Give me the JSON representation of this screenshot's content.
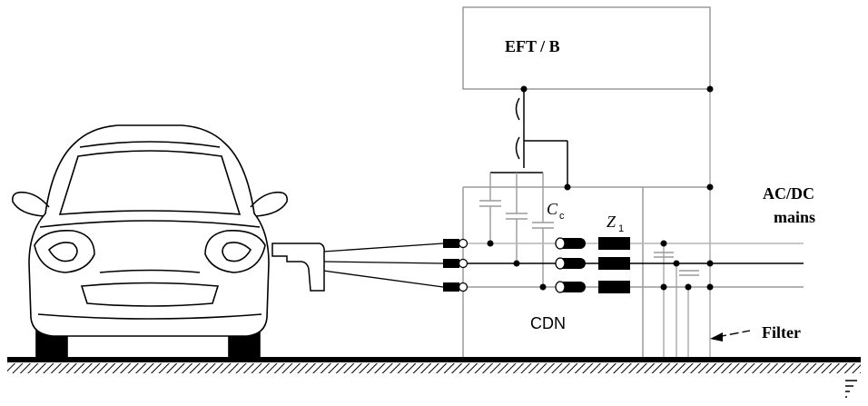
{
  "labels": {
    "generator": "EFT / B",
    "mains": [
      "AC/DC",
      "mains"
    ],
    "cdn": "CDN",
    "filter": "Filter",
    "cc_main": "C",
    "cc_sub": "c",
    "z1_main": "Z",
    "z1_sub": "1"
  },
  "colors": {
    "line": "#000000",
    "box": "#9a9a9a",
    "wire_light": "#b5b5b5"
  }
}
